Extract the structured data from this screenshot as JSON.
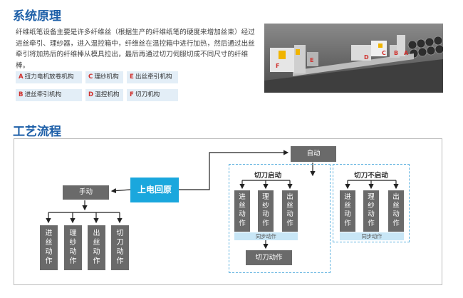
{
  "section1": {
    "title": "系统原理",
    "description": "纤维纸笔设备主要是许多纤维丝（根据生产的纤维纸笔的硬度来增加丝束）经过进丝牵引、理纱器，进入温控箱中，纤维丝在温控箱中进行加热，然后通过出丝牵引将加热后的纤维棒从模具拉出，最后再通过切刀伺服切成不同尺寸的纤维棒。",
    "legend": [
      {
        "letter": "A",
        "text": "扭力电机放卷机构"
      },
      {
        "letter": "C",
        "text": "理纱机构"
      },
      {
        "letter": "E",
        "text": "出丝牵引机构"
      },
      {
        "letter": "B",
        "text": "进丝牵引机构"
      },
      {
        "letter": "D",
        "text": "温控机构"
      },
      {
        "letter": "F",
        "text": "切刀机构"
      }
    ],
    "photo_labels": [
      "A",
      "B",
      "C",
      "D",
      "E",
      "F"
    ]
  },
  "section2": {
    "title": "工艺流程",
    "power_on": "上电回原",
    "manual": "手动",
    "auto": "自动",
    "manual_actions": [
      "进\n丝\n动\n作",
      "理\n纱\n动\n作",
      "出\n丝\n动\n作",
      "切\n刀\n动\n作"
    ],
    "cutter_on": {
      "label": "切刀启动",
      "actions": [
        "进\n丝\n动\n作",
        "理\n纱\n动\n作",
        "出\n丝\n动\n作"
      ],
      "sync": "同步动作",
      "final": "切刀动作"
    },
    "cutter_off": {
      "label": "切刀不启动",
      "actions": [
        "进\n丝\n动\n作",
        "理\n纱\n动\n作",
        "出\n丝\n动\n作"
      ],
      "sync": "同步动作"
    }
  },
  "colors": {
    "title_blue": "#1d5fa8",
    "box_gray": "#6a6a6a",
    "power_blue": "#1aa7dd",
    "legend_bg": "#e3eef7",
    "legend_letter": "#d0312d",
    "dashed": "#62b4e0",
    "sync_bg": "#c8e6f6"
  }
}
